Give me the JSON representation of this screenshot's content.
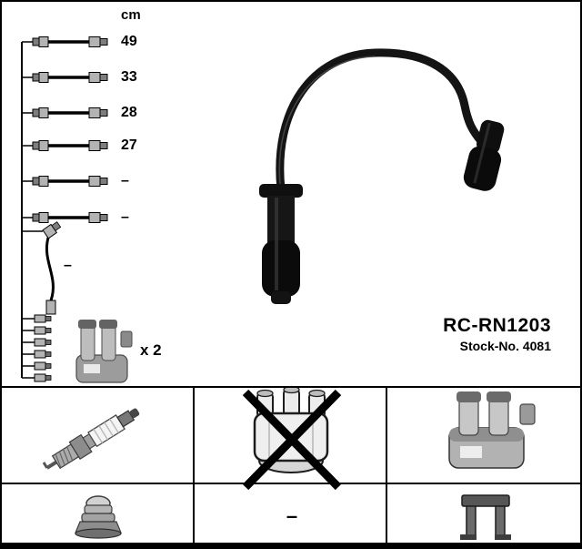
{
  "colors": {
    "ink": "#000000",
    "background": "#ffffff",
    "cable_black": "#111111",
    "metal_gray": "#aaaaaa"
  },
  "unit_header": "cm",
  "harness": {
    "lengths": [
      "49",
      "33",
      "28",
      "27",
      "–",
      "–"
    ],
    "long_cable_length": "–",
    "coil_quantity_label": "x 2"
  },
  "product": {
    "code": "RC-RN1203",
    "stock": "Stock-No. 4081"
  },
  "compat_grid": {
    "row2_middle_dash": "–"
  },
  "icons": {
    "schematic": "cable-harness-schematic",
    "photo": "ignition-cable-photo",
    "cell_top_left": "spark-plug-icon",
    "cell_top_middle": "distributor-cap-crossed-icon",
    "cell_top_right": "ignition-coil-icon",
    "cell_bottom_left": "terminal-connector-icon",
    "cell_bottom_middle": "dash",
    "cell_bottom_right": "bracket-connector-icon"
  }
}
